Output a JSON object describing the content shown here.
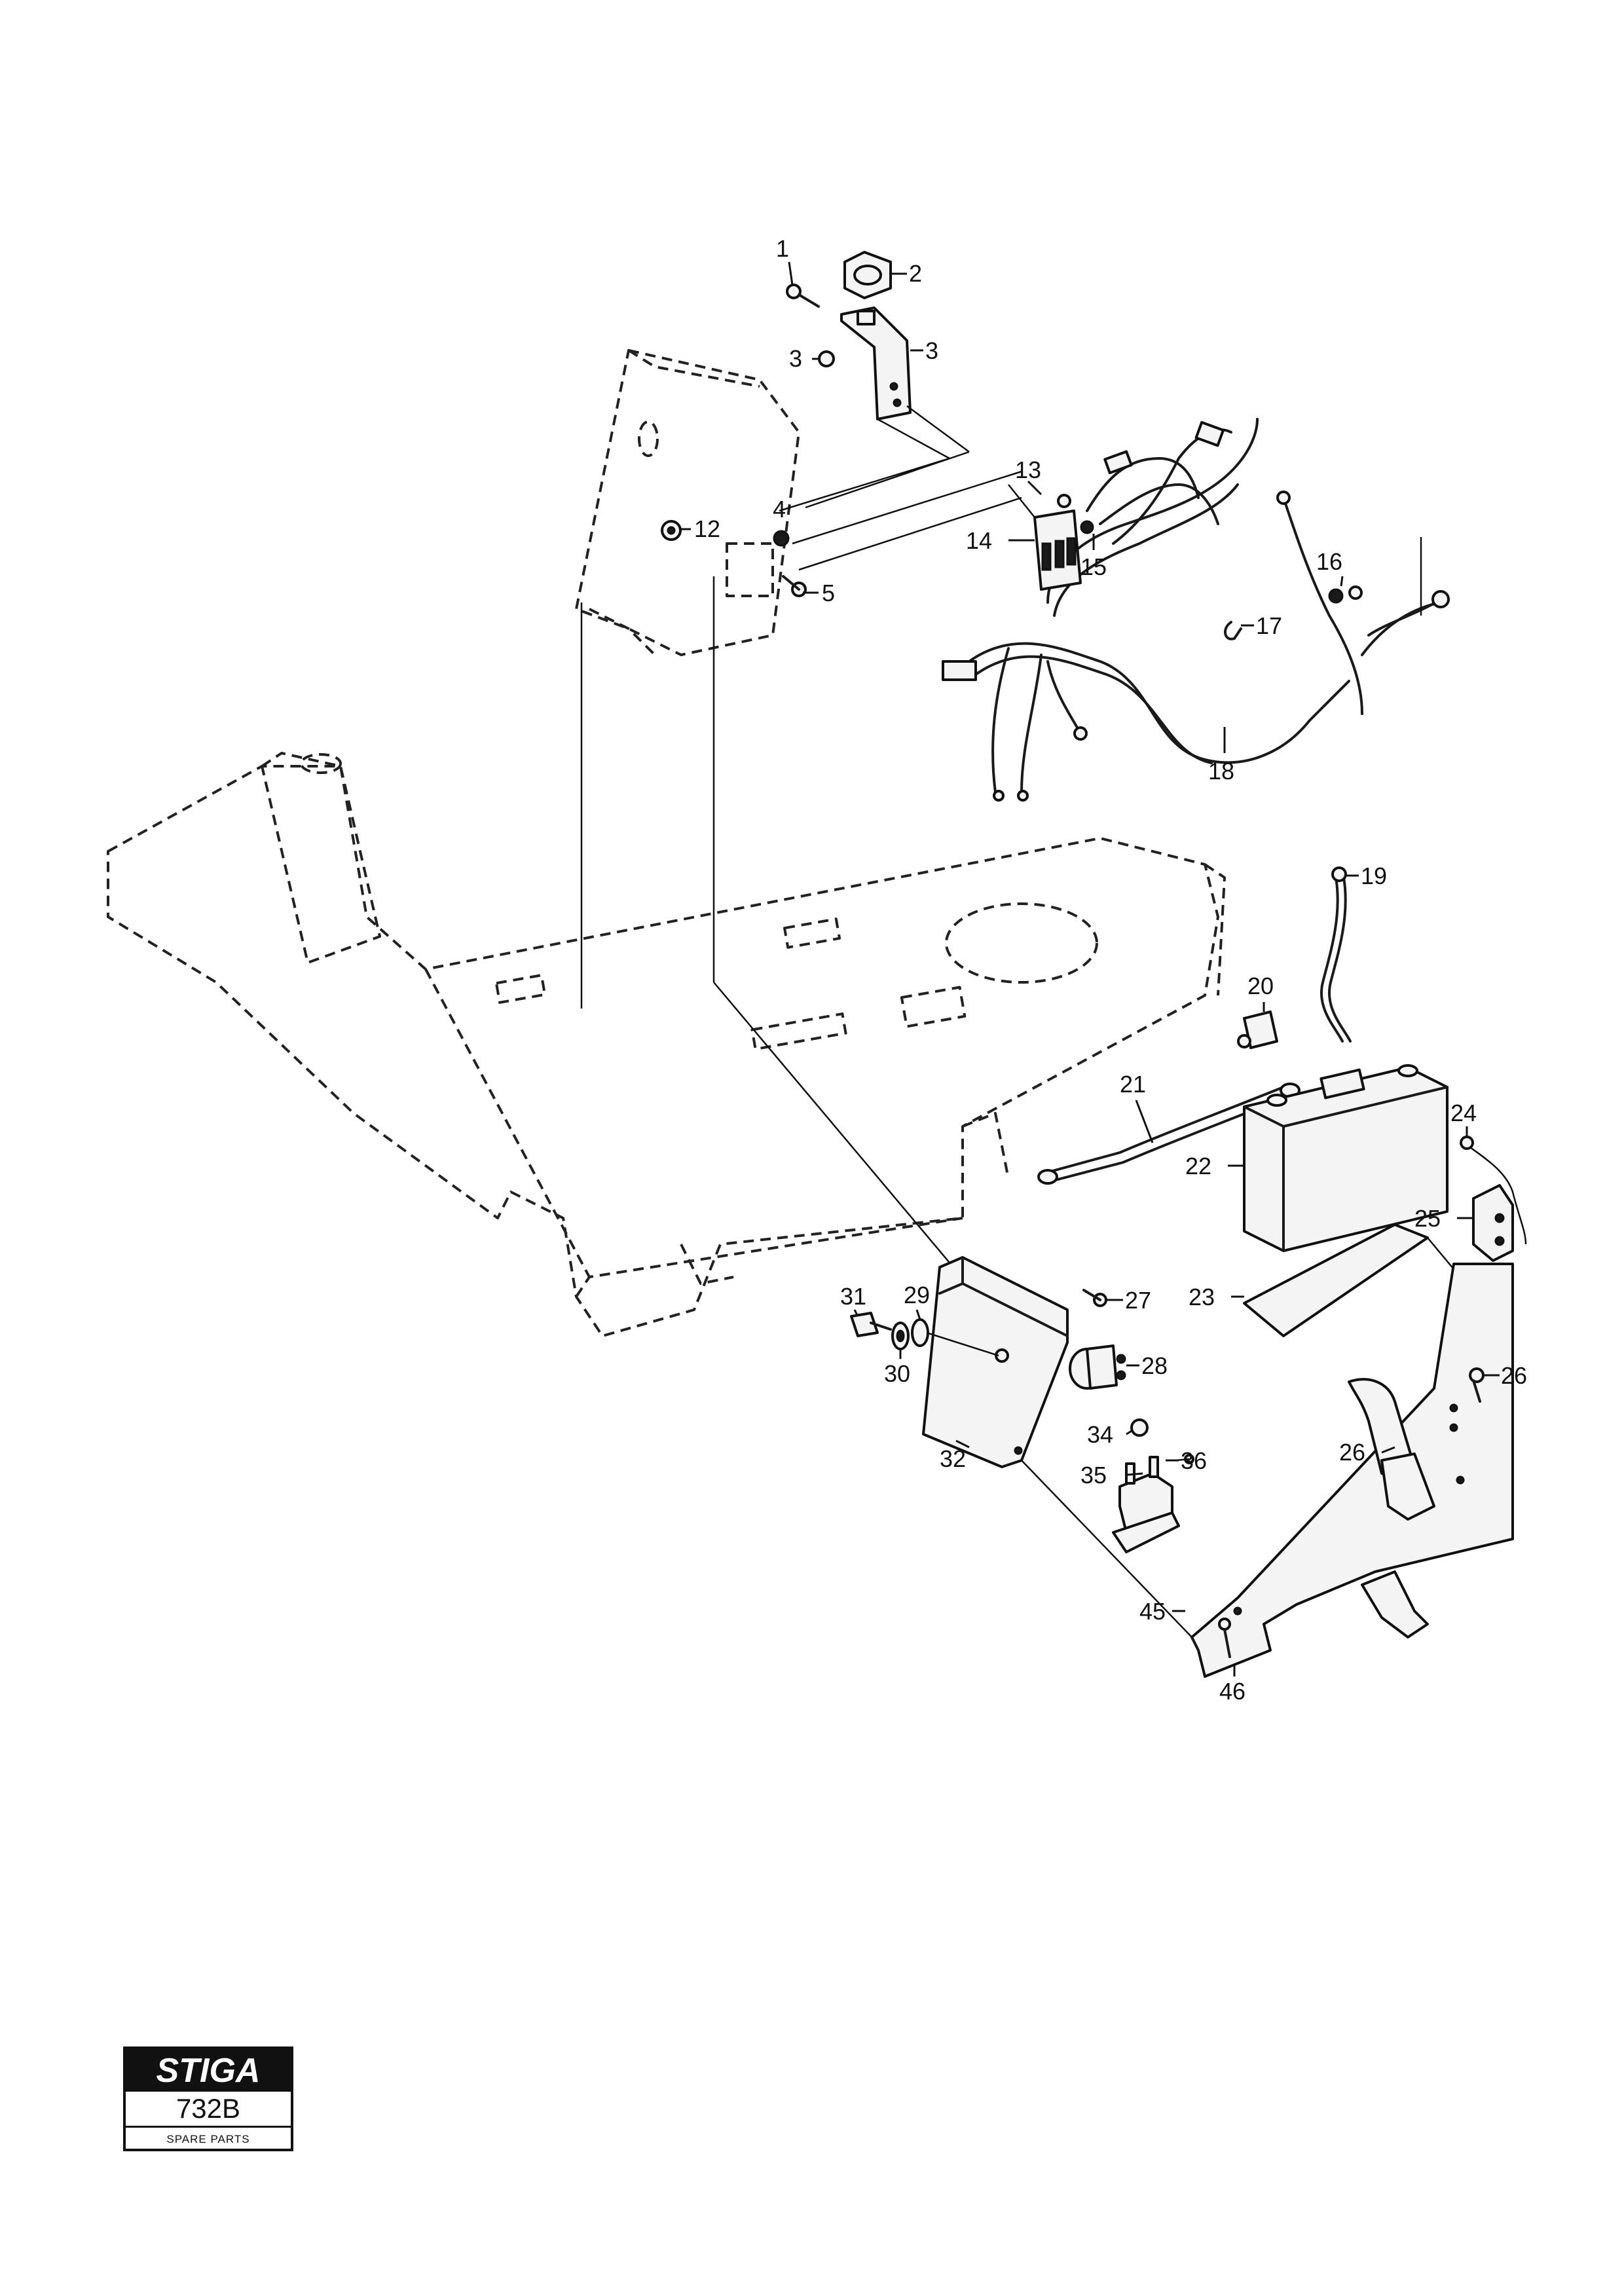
{
  "logo": {
    "brand": "STIGA",
    "model": "732B",
    "caption": "SPARE PARTS"
  },
  "callouts": [
    "1",
    "2",
    "3",
    "3",
    "4",
    "5",
    "12",
    "13",
    "14",
    "15",
    "16",
    "17",
    "18",
    "19",
    "20",
    "21",
    "22",
    "23",
    "24",
    "25",
    "26",
    "26",
    "27",
    "28",
    "29",
    "30",
    "31",
    "32",
    "34",
    "35",
    "36",
    "45",
    "46"
  ]
}
